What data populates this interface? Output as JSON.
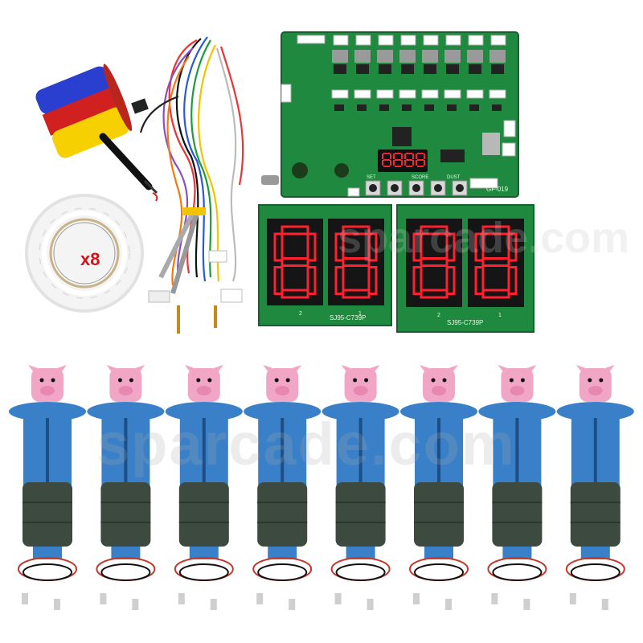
{
  "quantity_label": "x8",
  "watermark": "sparcade.com",
  "display_digits": "8888",
  "board_label": "GF-019",
  "button_labels": [
    "SET",
    "SCORE",
    "DUST"
  ],
  "digit_board_label": "SJ95-C739P",
  "digit_marks": [
    "2",
    "1"
  ],
  "colors": {
    "pcb": "#1f8a3f",
    "led": "#ff2030",
    "hammer": [
      "#2a3fd0",
      "#d02020",
      "#f6d000"
    ],
    "pig": "#f2a6c6",
    "tube": "#3a80c8",
    "grip": "#3c4a40"
  }
}
